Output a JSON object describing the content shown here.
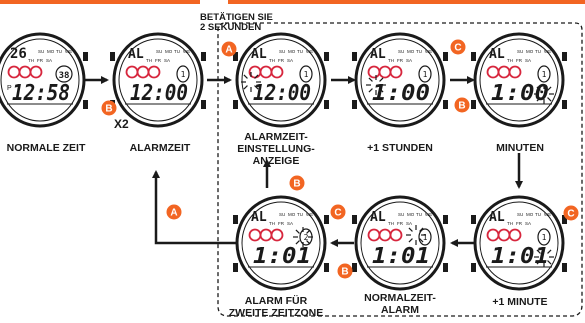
{
  "hint": {
    "line1": "BETÄTIGEN SIE",
    "line2": "2 SEKUNDEN"
  },
  "times": {
    "w1": "12:58",
    "w2": "12:00",
    "w3": "12:00",
    "w4": "1:00",
    "w5": "1:00",
    "w6": "1:01",
    "w7": "1:01",
    "w8": "1:01"
  },
  "date_digits": "26",
  "sec_digits": "38",
  "pm_mark": "P",
  "al_mark": "AL",
  "day_row1": [
    "SU",
    "MO",
    "TU",
    "WE"
  ],
  "day_row2": [
    "TH",
    "FR",
    "SA"
  ],
  "labels": {
    "normal": "NORMALE ZEIT",
    "alarm": "ALARMZEIT",
    "setting": [
      "ALARMZEIT-",
      "EINSTELLUNG-",
      "ANZEIGE"
    ],
    "plus_hours": "+1 STUNDEN",
    "minutes": "MINUTEN",
    "plus_minute": "+1 MINUTE",
    "normal_alarm": [
      "NORMALZEIT-",
      "ALARM"
    ],
    "second_zone": [
      "ALARM FÜR",
      "ZWEITE ZEITZONE"
    ]
  },
  "x2": "X2",
  "buttons": {
    "a": "A",
    "b": "B",
    "c": "C"
  },
  "colors": {
    "accent": "#f26522",
    "ink": "#1a1a1a",
    "ring": "#d7263d"
  }
}
